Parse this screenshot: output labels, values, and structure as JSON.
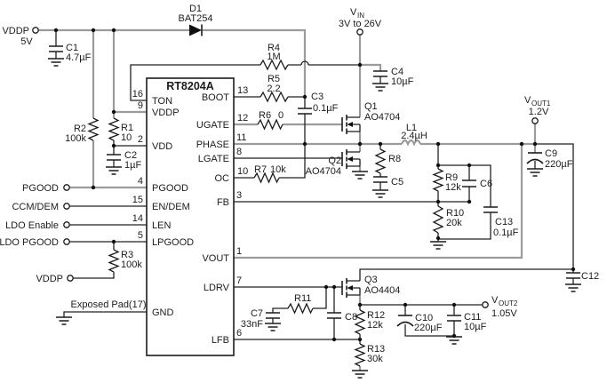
{
  "diagram": {
    "chip_name": "RT8204A",
    "gnd_label": "GND",
    "exposed_pad": "Exposed Pad(17)"
  },
  "chip": {
    "left_pins": [
      {
        "num": "16",
        "label": "TON"
      },
      {
        "num": "9",
        "label": "VDDP"
      },
      {
        "num": "2",
        "label": "VDD"
      },
      {
        "num": "4",
        "label": "PGOOD"
      },
      {
        "num": "15",
        "label": "EN/DEM"
      },
      {
        "num": "14",
        "label": "LEN"
      },
      {
        "num": "5",
        "label": "LPGOOD"
      }
    ],
    "right_pins": [
      {
        "num": "13",
        "label": "BOOT"
      },
      {
        "num": "12",
        "label": "UGATE"
      },
      {
        "num": "11",
        "label": "PHASE"
      },
      {
        "num": "8",
        "label": "LGATE"
      },
      {
        "num": "10",
        "label": "OC"
      },
      {
        "num": "3",
        "label": "FB"
      },
      {
        "num": "1",
        "label": "VOUT"
      },
      {
        "num": "7",
        "label": "LDRV"
      },
      {
        "num": "6",
        "label": "LFB"
      }
    ]
  },
  "terminals": {
    "vddp_top": {
      "label": "VDDP",
      "value": "5V"
    },
    "vin": {
      "prefix": "V",
      "sub": "IN",
      "value": "3V to 26V"
    },
    "vout1": {
      "prefix": "V",
      "sub": "OUT1",
      "value": "1.2V"
    },
    "vout2": {
      "prefix": "V",
      "sub": "OUT2",
      "value": "1.05V"
    },
    "pgood": {
      "label": "PGOOD"
    },
    "ccm_dem": {
      "label": "CCM/DEM"
    },
    "ldo_enable": {
      "label": "LDO Enable"
    },
    "ldo_pgood": {
      "label": "LDO PGOOD"
    },
    "vddp_bottom": {
      "label": "VDDP"
    }
  },
  "components": {
    "D1": {
      "ref": "D1",
      "value": "BAT254"
    },
    "C1": {
      "ref": "C1",
      "value": "4.7µF"
    },
    "C2": {
      "ref": "C2",
      "value": "1µF"
    },
    "C3": {
      "ref": "C3",
      "value": "0.1µF"
    },
    "C4": {
      "ref": "C4",
      "value": "10µF"
    },
    "C5": {
      "ref": "C5"
    },
    "C6": {
      "ref": "C6"
    },
    "C7": {
      "ref": "C7",
      "value": "33nF"
    },
    "C8": {
      "ref": "C8"
    },
    "C9": {
      "ref": "C9",
      "value": "220µF"
    },
    "C10": {
      "ref": "C10",
      "value": "220µF"
    },
    "C11": {
      "ref": "C11",
      "value": "10µF"
    },
    "C12": {
      "ref": "C12"
    },
    "C13": {
      "ref": "C13",
      "value": "0.1µF"
    },
    "R1": {
      "ref": "R1",
      "value": "10"
    },
    "R2": {
      "ref": "R2",
      "value": "100k"
    },
    "R3": {
      "ref": "R3",
      "value": "100k"
    },
    "R4": {
      "ref": "R4",
      "value": "1M"
    },
    "R5": {
      "ref": "R5",
      "value": "2.2"
    },
    "R6": {
      "ref": "R6",
      "value": "0"
    },
    "R7": {
      "ref": "R7",
      "value": "10k"
    },
    "R8": {
      "ref": "R8"
    },
    "R9": {
      "ref": "R9",
      "value": "12k"
    },
    "R10": {
      "ref": "R10",
      "value": "20k"
    },
    "R11": {
      "ref": "R11"
    },
    "R12": {
      "ref": "R12",
      "value": "12k"
    },
    "R13": {
      "ref": "R13",
      "value": "30k"
    },
    "L1": {
      "ref": "L1",
      "value": "2.4µH"
    },
    "Q1": {
      "ref": "Q1",
      "value": "AO4704"
    },
    "Q2": {
      "ref": "Q2",
      "value": "AO4704"
    },
    "Q3": {
      "ref": "Q3",
      "value": "AO4404"
    }
  }
}
